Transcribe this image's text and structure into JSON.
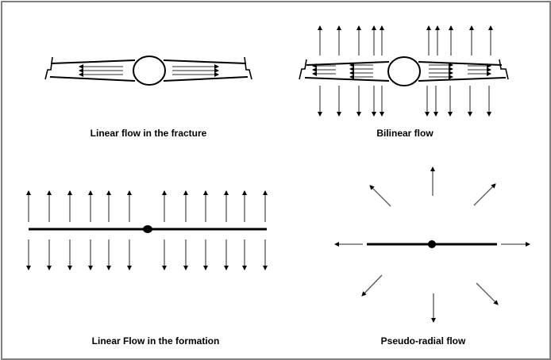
{
  "panels": [
    {
      "id": "linear-fracture",
      "caption": "Linear flow in the fracture",
      "description": "Fluid flows linearly along the fracture toward the wellbore"
    },
    {
      "id": "bilinear",
      "caption": "Bilinear flow",
      "description": "Simultaneous linear flow in the fracture and from the formation into the fracture"
    },
    {
      "id": "linear-formation",
      "caption": "Linear Flow in the formation",
      "description": "Linear flow from the formation perpendicular to the fracture"
    },
    {
      "id": "pseudo-radial",
      "caption": "Pseudo-radial flow",
      "description": "Radial flow pattern around the fractured well"
    }
  ],
  "colors": {
    "border": "#7f7f7f",
    "line": "#000000",
    "arrow": "#555555",
    "background": "#ffffff"
  },
  "icons": {
    "wellbore": "circle",
    "flow-arrow": "arrow"
  }
}
